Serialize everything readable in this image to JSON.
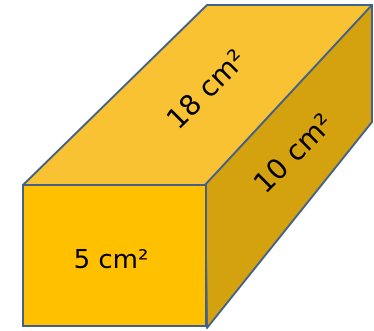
{
  "faces": {
    "front": {
      "label": "5 cm²",
      "color": "#FFC000"
    },
    "top": {
      "label": "18 cm²",
      "color": "#F8C232"
    },
    "side": {
      "label": "10 cm²",
      "color": "#D4A20F"
    }
  },
  "edge_color": "#41608A"
}
